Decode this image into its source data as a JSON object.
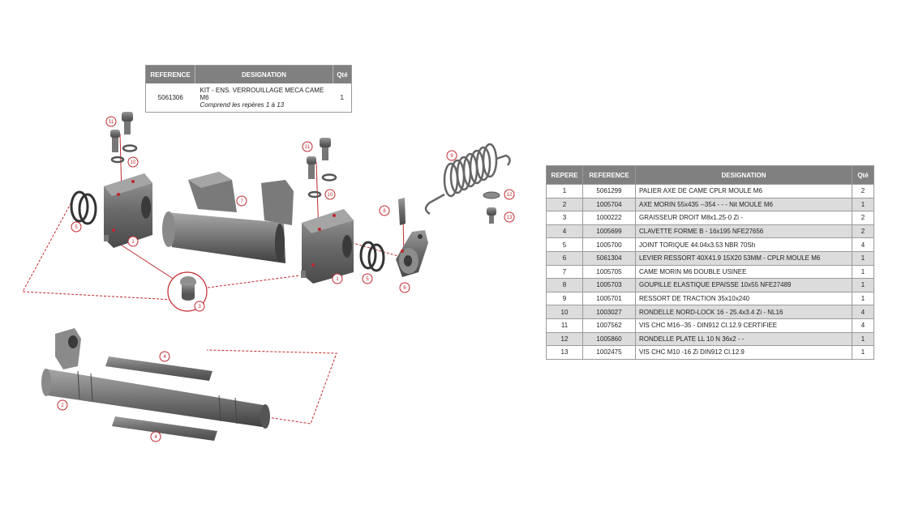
{
  "kit_table": {
    "headers": [
      "REFERENCE",
      "DESIGNATION",
      "Qté"
    ],
    "reference": "5061306",
    "designation_line1": "KIT - ENS. VERROUILLAGE MECA  CAME M6",
    "designation_line2": "Comprend les repères 1 à 13",
    "qty": "1"
  },
  "parts_table": {
    "headers": [
      "REPERE",
      "REFERENCE",
      "DESIGNATION",
      "Qté"
    ],
    "rows": [
      {
        "repere": "1",
        "reference": "5061299",
        "designation": "PALIER AXE DE CAME CPLR MOULE M6",
        "qty": "2"
      },
      {
        "repere": "2",
        "reference": "1005704",
        "designation": "AXE MORIN 55x435 --354 - - - Nit MOULE M6",
        "qty": "1"
      },
      {
        "repere": "3",
        "reference": "1000222",
        "designation": "GRAISSEUR DROIT M8x1.25-0 Zi  -",
        "qty": "2"
      },
      {
        "repere": "4",
        "reference": "1005699",
        "designation": "CLAVETTE FORME B - 16x195 NFE27656",
        "qty": "2"
      },
      {
        "repere": "5",
        "reference": "1005700",
        "designation": "JOINT TORIQUE 44.04x3.53 NBR 70Sh",
        "qty": "4"
      },
      {
        "repere": "6",
        "reference": "5061304",
        "designation": "LEVIER RESSORT 40X41.9 15X20 53MM - CPLR MOULE  M6",
        "qty": "1"
      },
      {
        "repere": "7",
        "reference": "1005705",
        "designation": "CAME MORIN M6 DOUBLE USINEE",
        "qty": "1"
      },
      {
        "repere": "8",
        "reference": "1005703",
        "designation": "GOUPILLE ELASTIQUE EPAISSE 10x55 NFE27489",
        "qty": "1"
      },
      {
        "repere": "9",
        "reference": "1005701",
        "designation": "RESSORT DE TRACTION 35x10x240",
        "qty": "1"
      },
      {
        "repere": "10",
        "reference": "1003027",
        "designation": "RONDELLE NORD-LOCK 16 - 25.4x3.4 Zi - NL16",
        "qty": "4"
      },
      {
        "repere": "11",
        "reference": "1007562",
        "designation": "VIS CHC M16--35 - DIN912 Cl.12.9 CERTIFIEE",
        "qty": "4"
      },
      {
        "repere": "12",
        "reference": "1005860",
        "designation": "RONDELLE PLATE LL 10 N 36x2 - -",
        "qty": "1"
      },
      {
        "repere": "13",
        "reference": "1002475",
        "designation": "VIS CHC M10 -16 Zi DIN912 Cl.12.9",
        "qty": "1"
      }
    ]
  },
  "callouts": [
    {
      "label": "11",
      "id": "a"
    },
    {
      "label": "10",
      "id": "b"
    },
    {
      "label": "5",
      "id": "c"
    },
    {
      "label": "1",
      "id": "d"
    },
    {
      "label": "7",
      "id": "e"
    },
    {
      "label": "3",
      "id": "f"
    },
    {
      "label": "11",
      "id": "g"
    },
    {
      "label": "10",
      "id": "h"
    },
    {
      "label": "1",
      "id": "i"
    },
    {
      "label": "5",
      "id": "j"
    },
    {
      "label": "8",
      "id": "k"
    },
    {
      "label": "6",
      "id": "l"
    },
    {
      "label": "9",
      "id": "m"
    },
    {
      "label": "12",
      "id": "n"
    },
    {
      "label": "13",
      "id": "o"
    },
    {
      "label": "4",
      "id": "p"
    },
    {
      "label": "2",
      "id": "q"
    },
    {
      "label": "4",
      "id": "r"
    }
  ],
  "colors": {
    "header_bg": "#808080",
    "row_shade": "#dcdcdc",
    "callout_red": "#c0282d",
    "part_gray": "#6e6e6e"
  }
}
